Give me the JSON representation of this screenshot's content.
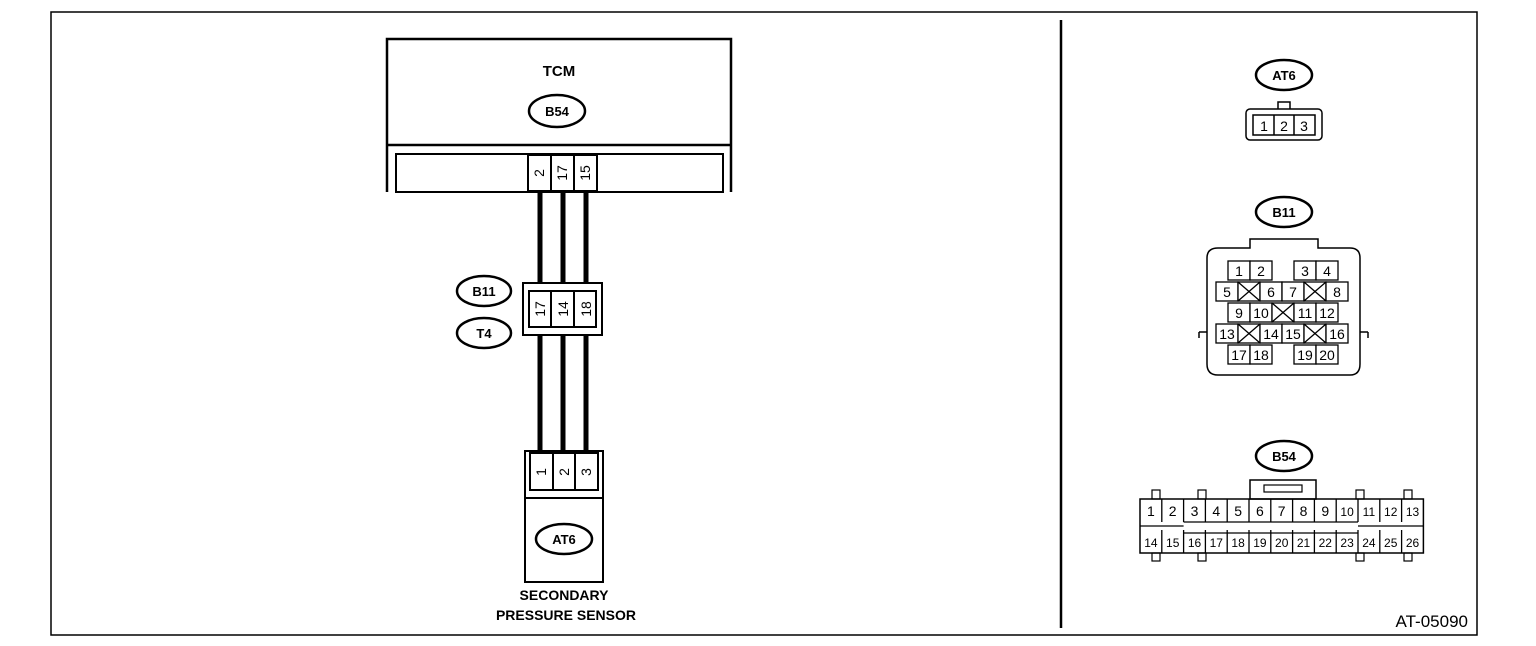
{
  "tcm": {
    "title": "TCM",
    "connector": "B54",
    "pins": [
      "2",
      "17",
      "15"
    ]
  },
  "joint": {
    "connector_top": "B11",
    "connector_bottom": "T4",
    "pins": [
      "17",
      "14",
      "18"
    ]
  },
  "sensor": {
    "connector": "AT6",
    "pins": [
      "1",
      "2",
      "3"
    ],
    "label_line1": "SECONDARY",
    "label_line2": "PRESSURE SENSOR"
  },
  "face_at6": {
    "label": "AT6",
    "pins": [
      "1",
      "2",
      "3"
    ]
  },
  "face_b11": {
    "label": "B11",
    "rows": [
      [
        "1",
        "2",
        "",
        "3",
        "4"
      ],
      [
        "5",
        "",
        "6",
        "7",
        "",
        "8"
      ],
      [
        "9",
        "10",
        "",
        "11",
        "12"
      ],
      [
        "13",
        "",
        "14",
        "15",
        "",
        "16"
      ],
      [
        "17",
        "18",
        "",
        "19",
        "20"
      ]
    ]
  },
  "face_b54": {
    "label": "B54",
    "row1": [
      "1",
      "2",
      "3",
      "4",
      "5",
      "6",
      "7",
      "8",
      "9",
      "10",
      "11",
      "12",
      "13"
    ],
    "row2": [
      "14",
      "15",
      "16",
      "17",
      "18",
      "19",
      "20",
      "21",
      "22",
      "23",
      "24",
      "25",
      "26"
    ]
  },
  "figure_id": "AT-05090"
}
